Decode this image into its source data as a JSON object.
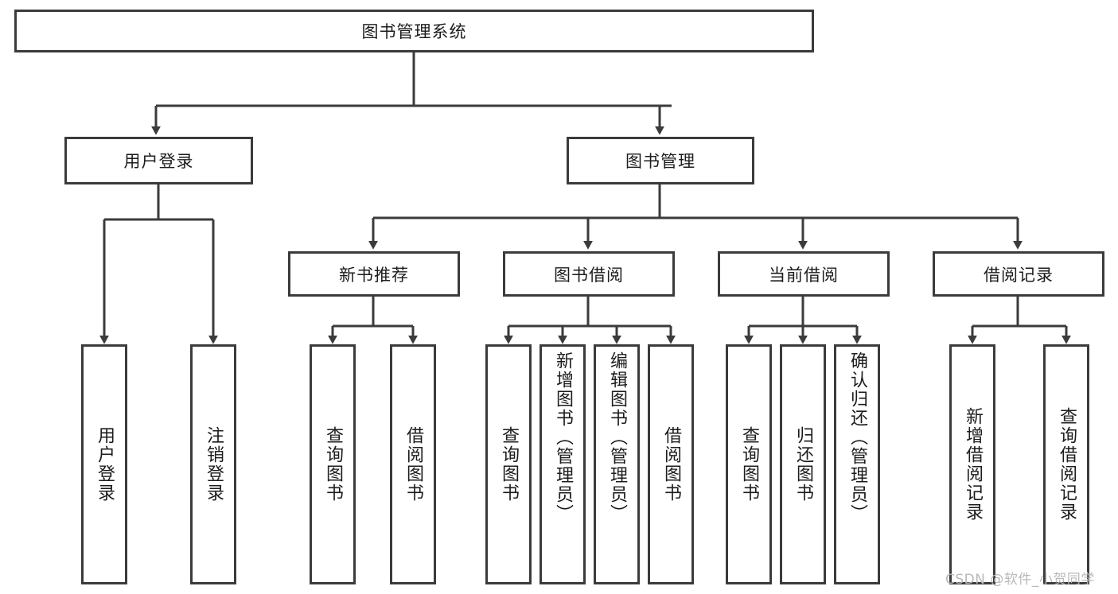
{
  "diagram": {
    "title": "图书管理系统",
    "type": "hierarchy-tree",
    "root": {
      "label": "图书管理系统"
    },
    "level2": [
      {
        "label": "用户登录"
      },
      {
        "label": "图书管理"
      }
    ],
    "level3": [
      {
        "label": "新书推荐",
        "parent": "图书管理"
      },
      {
        "label": "图书借阅",
        "parent": "图书管理"
      },
      {
        "label": "当前借阅",
        "parent": "图书管理"
      },
      {
        "label": "借阅记录",
        "parent": "图书管理"
      }
    ],
    "leaves": [
      {
        "label": "用户登录",
        "parent": "用户登录"
      },
      {
        "label": "注销登录",
        "parent": "用户登录"
      },
      {
        "label": "查询图书",
        "parent": "新书推荐"
      },
      {
        "label": "借阅图书",
        "parent": "新书推荐"
      },
      {
        "label": "查询图书",
        "parent": "图书借阅"
      },
      {
        "label": "新增图书（管理员）",
        "parent": "图书借阅"
      },
      {
        "label": "编辑图书（管理员）",
        "parent": "图书借阅"
      },
      {
        "label": "借阅图书",
        "parent": "图书借阅"
      },
      {
        "label": "查询图书",
        "parent": "当前借阅"
      },
      {
        "label": "归还图书",
        "parent": "当前借阅"
      },
      {
        "label": "确认归还（管理员）",
        "parent": "当前借阅"
      },
      {
        "label": "新增借阅记录",
        "parent": "借阅记录"
      },
      {
        "label": "查询借阅记录",
        "parent": "借阅记录"
      }
    ],
    "colors": {
      "stroke": "#3b3b3b",
      "fill": "#ffffff",
      "text": "#1c1c1c",
      "watermark": "#b9b9b9"
    }
  },
  "watermark": {
    "text": "CSDN @软件_小贺同学"
  }
}
